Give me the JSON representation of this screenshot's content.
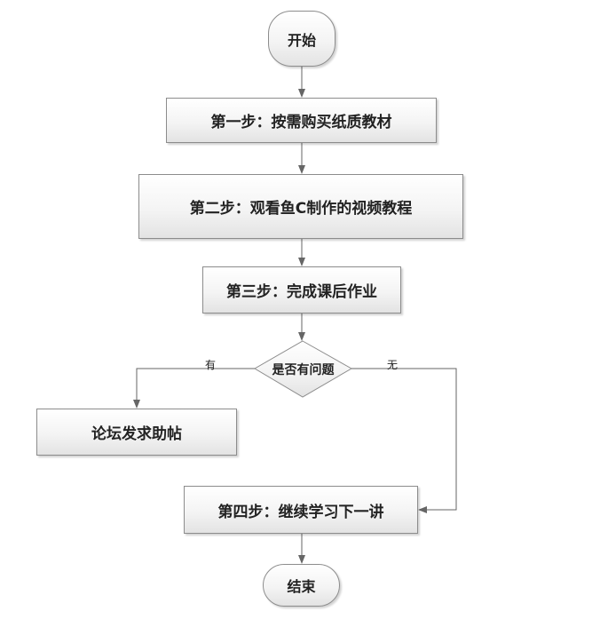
{
  "flowchart": {
    "start": "开始",
    "step1": "第一步：按需购买纸质教材",
    "step2": "第二步：观看鱼C制作的视频教程",
    "step3": "第三步：完成课后作业",
    "decision": "是否有问题",
    "branch_yes": "有",
    "branch_no": "无",
    "forum": "论坛发求助帖",
    "step4": "第四步：继续学习下一讲",
    "end": "结束"
  },
  "colors": {
    "connector": "#666666",
    "border": "#8c8c8c",
    "fill_top": "#ffffff",
    "fill_bottom": "#e3e3e3"
  }
}
